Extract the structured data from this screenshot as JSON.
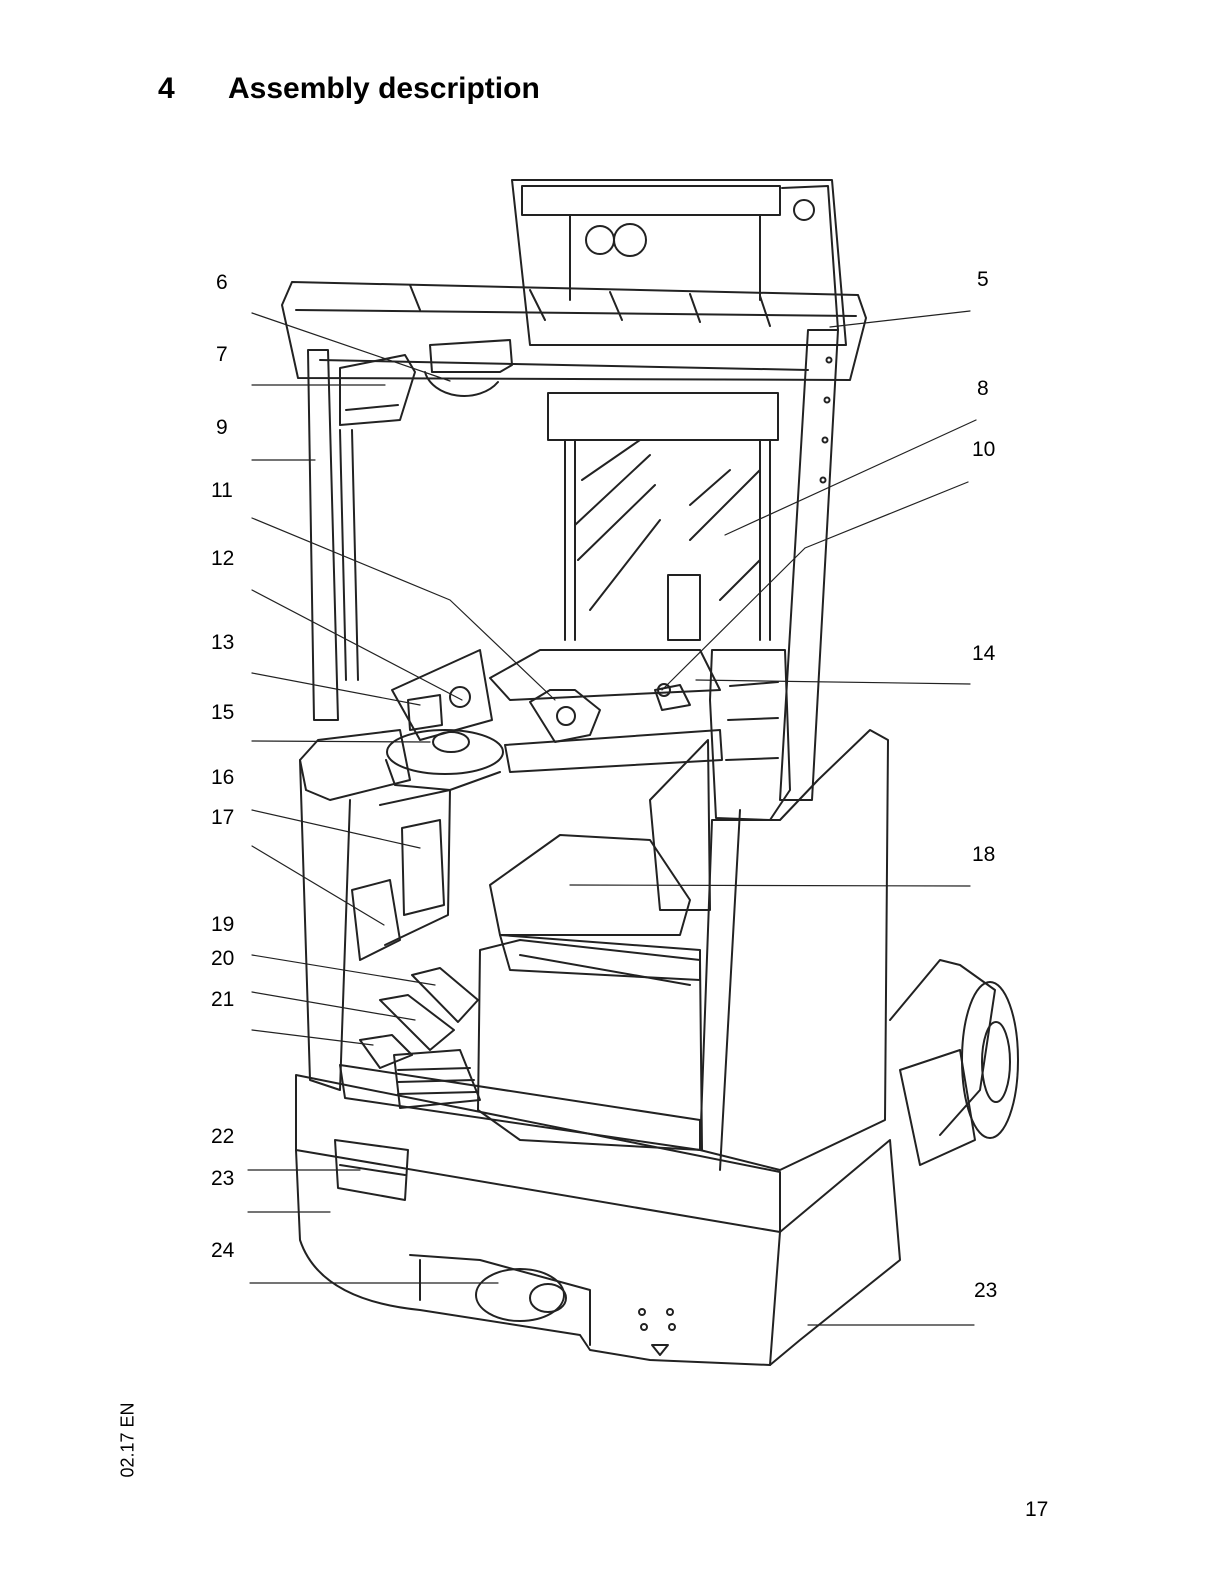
{
  "section": {
    "number": "4",
    "title": "Assembly description"
  },
  "callouts": [
    "5",
    "6",
    "7",
    "8",
    "9",
    "10",
    "11",
    "12",
    "13",
    "14",
    "15",
    "16",
    "17",
    "18",
    "19",
    "20",
    "21",
    "22",
    "23",
    "24",
    "23"
  ],
  "footer": {
    "document_code": "02.17 EN",
    "page_number": "17"
  },
  "colors": {
    "text": "#000000",
    "line": "#222222",
    "background": "#ffffff"
  }
}
